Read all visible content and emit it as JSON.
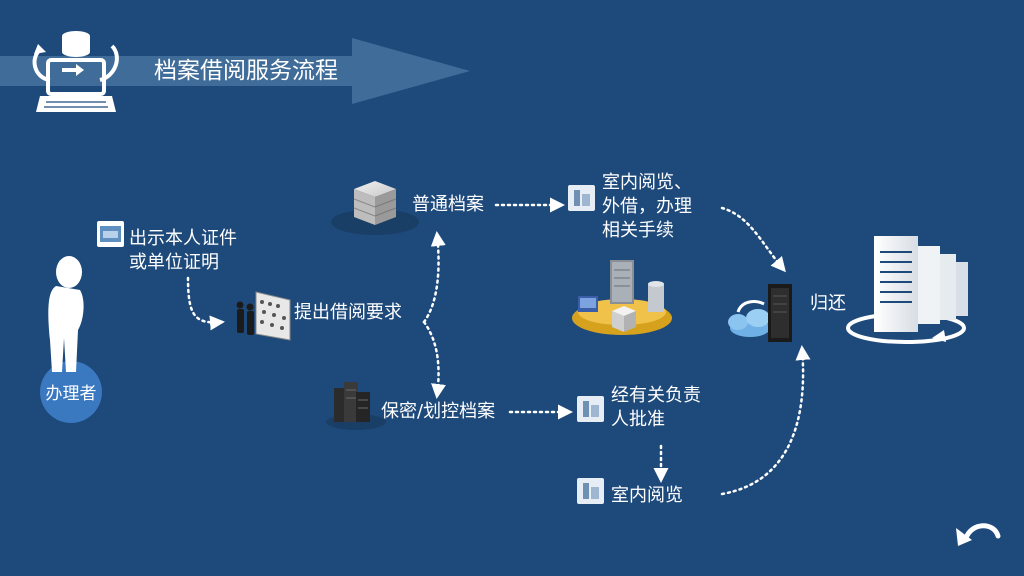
{
  "title": "档案借阅服务流程",
  "actor": "办理者",
  "steps": {
    "show_id": {
      "line1": "出示本人证件",
      "line2": "或单位证明"
    },
    "request": "提出借阅要求",
    "general": "普通档案",
    "confidential": "保密/划控档案",
    "reading_lend": {
      "line1": "室内阅览、",
      "line2": "外借，办理",
      "line3": "相关手续"
    },
    "approval": {
      "line1": "经有关负责",
      "line2": "人批准"
    },
    "reading_room": "室内阅览",
    "return": "归还"
  },
  "colors": {
    "background": "#1e4a7b",
    "arrow": "#3f6c98",
    "text": "#ffffff",
    "actor_circle": "#3a78c0",
    "server_gold": "#d6a21e"
  },
  "icons": {
    "header": "computer-sync-icon",
    "actor": "person-silhouette-icon",
    "back": "back-arrow-icon"
  }
}
